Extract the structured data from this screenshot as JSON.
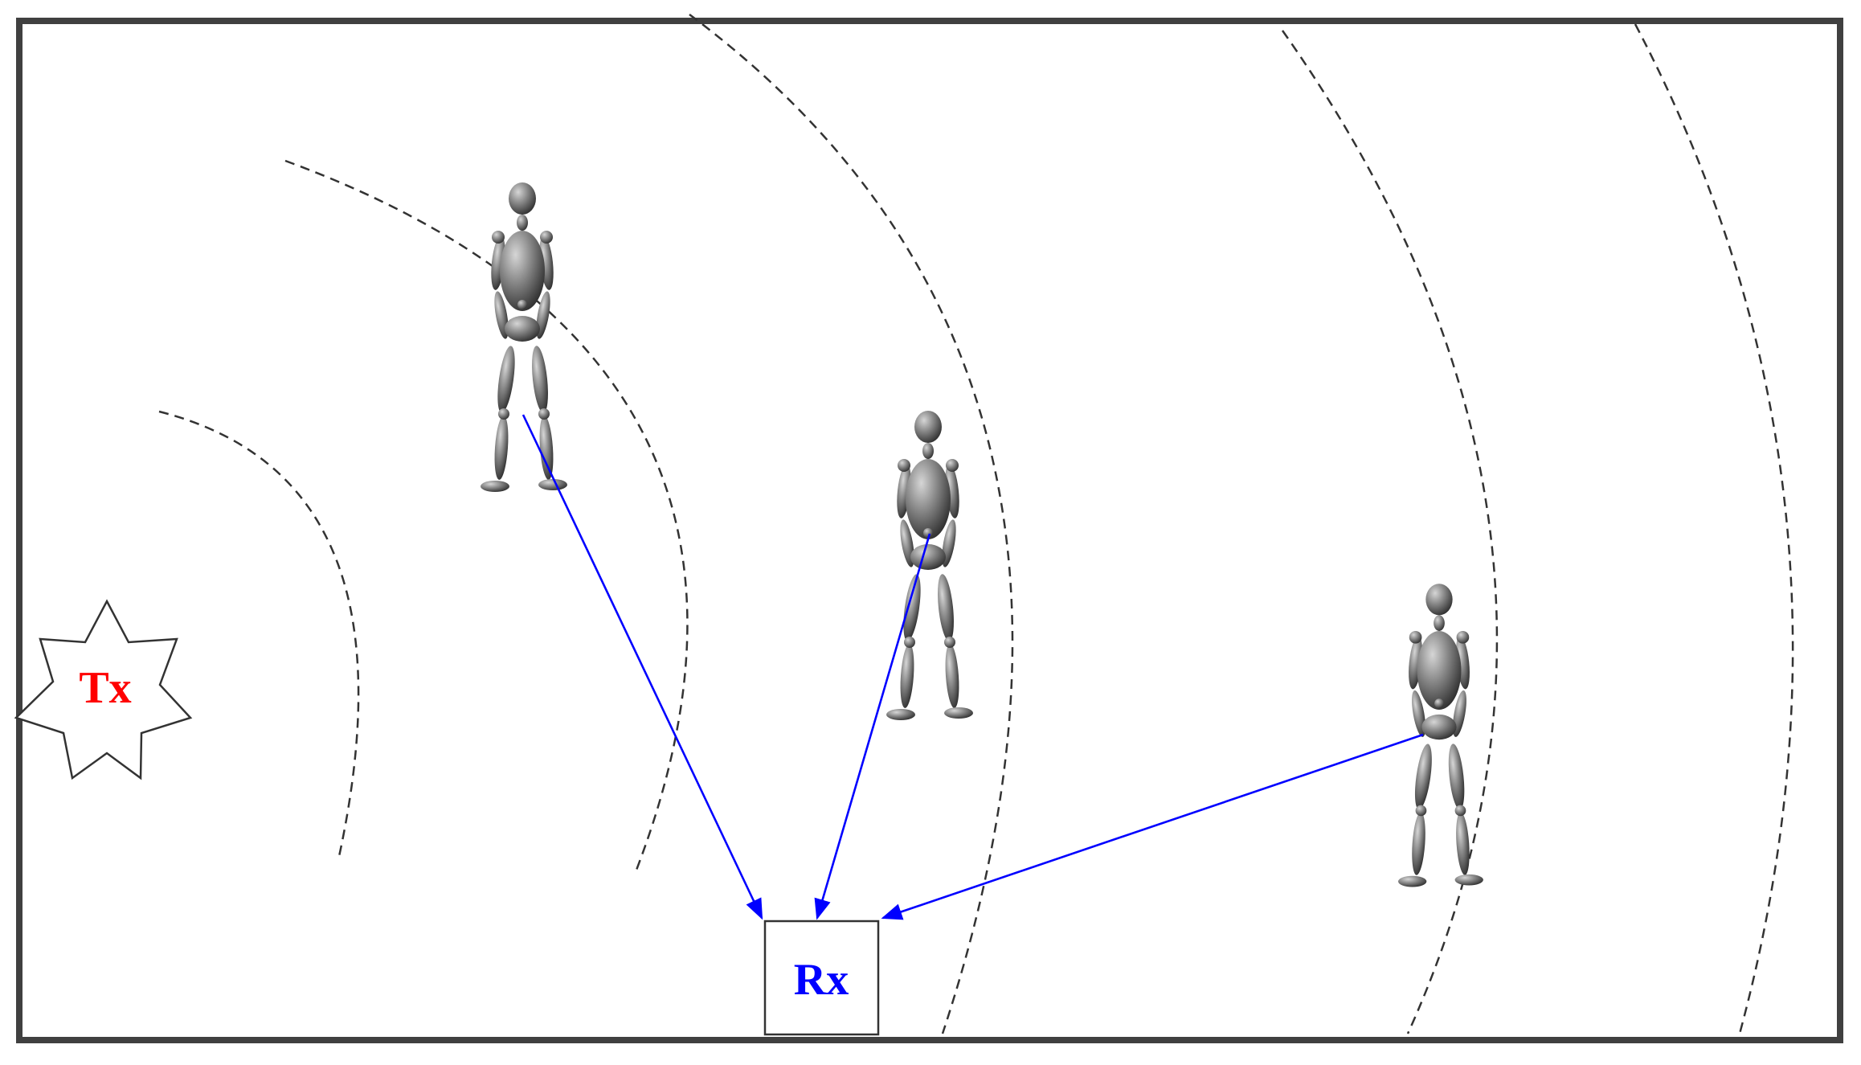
{
  "transmitter": {
    "label": "Tx",
    "color": "#ff0000"
  },
  "receiver": {
    "label": "Rx",
    "color": "#0000ff"
  },
  "signal_path_color": "#0000ff",
  "wavefront_count": 5,
  "person_count": 3,
  "icons": [
    "star-burst",
    "human-figure"
  ]
}
